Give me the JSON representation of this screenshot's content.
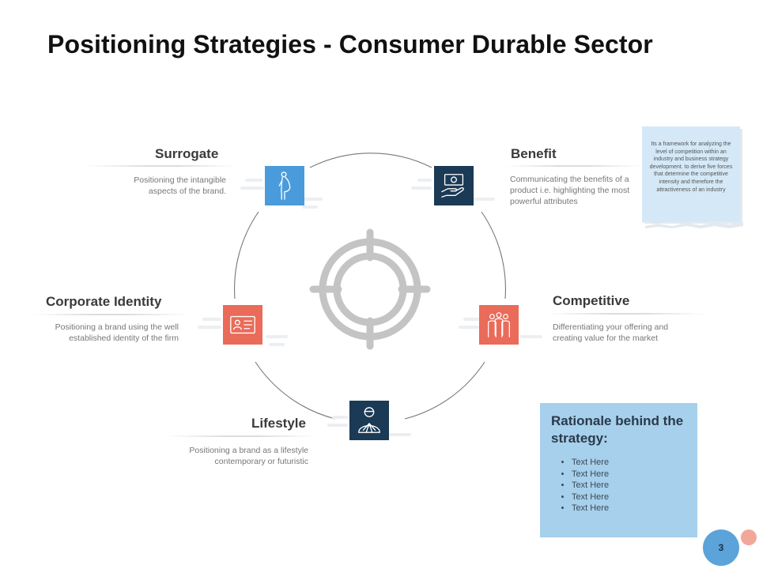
{
  "title": "Positioning Strategies - Consumer Durable Sector",
  "colors": {
    "blue": "#4a9bdc",
    "navy": "#1a3a55",
    "coral": "#ea6b59",
    "ring": "#777777",
    "target": "#c4c4c4",
    "note_bg": "#d4e8f7",
    "rationale_bg": "#a6d0ec",
    "page_circle": "#5ba3d9",
    "page_dot": "#f2a79a"
  },
  "strategies": [
    {
      "id": "surrogate",
      "title": "Surrogate",
      "description": "Positioning the intangible aspects of the brand.",
      "icon": "pregnant-woman-icon",
      "color": "#4a9bdc"
    },
    {
      "id": "benefit",
      "title": "Benefit",
      "description": "Communicating the benefits of a product i.e. highlighting the most powerful attributes",
      "icon": "money-hand-icon",
      "color": "#1a3a55"
    },
    {
      "id": "corporate",
      "title": "Corporate Identity",
      "description": "Positioning a brand using the well established identity of the firm",
      "icon": "id-card-icon",
      "color": "#ea6b59"
    },
    {
      "id": "competitive",
      "title": "Competitive",
      "description": "Differentiating your offering and creating value for the market",
      "icon": "group-people-icon",
      "color": "#ea6b59"
    },
    {
      "id": "lifestyle",
      "title": "Lifestyle",
      "description": "Positioning a brand as a lifestyle contemporary or futuristic",
      "icon": "person-collar-icon",
      "color": "#1a3a55"
    }
  ],
  "center_icon": "target-crosshair-icon",
  "note": {
    "text": "Its a framework for analyzing the level of competition within an industry and business strategy development. to derive five forces that determine the competitive intensity and therefore the attractiveness of an industry"
  },
  "rationale": {
    "heading": "Rationale behind the strategy:",
    "items": [
      "Text Here",
      "Text Here",
      "Text Here",
      "Text Here",
      "Text Here"
    ]
  },
  "page_number": "3"
}
